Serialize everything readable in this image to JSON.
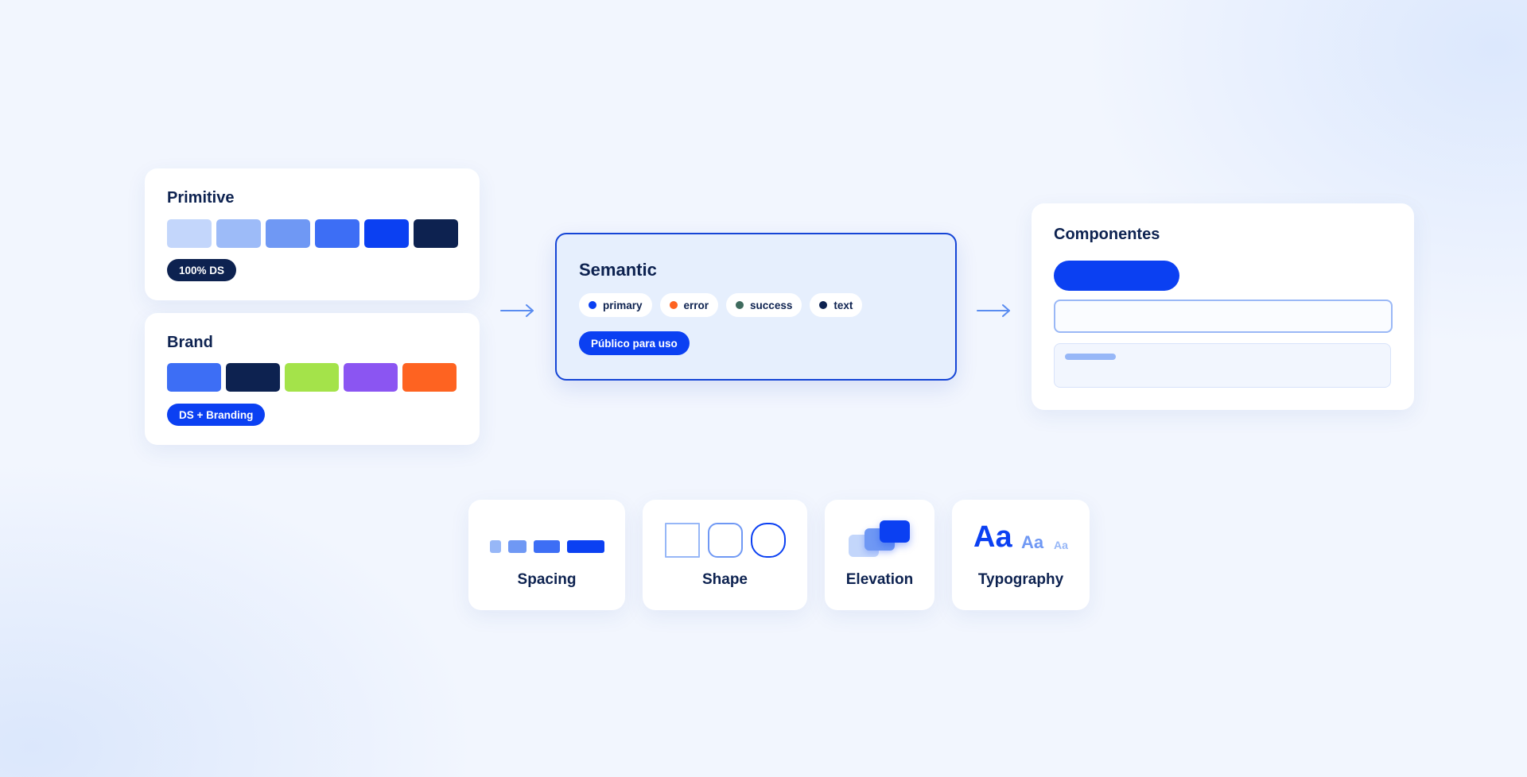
{
  "primitive": {
    "title": "Primitive",
    "swatches": [
      "#c3d6fb",
      "#9dbbf8",
      "#6f98f4",
      "#3d6ef5",
      "#0b40f2",
      "#0d2250"
    ],
    "badge": "100% DS",
    "badge_color": "#0d2250"
  },
  "brand": {
    "title": "Brand",
    "swatches": [
      "#3d6ef5",
      "#0d2250",
      "#a4e34a",
      "#8b55f2",
      "#fe6321"
    ],
    "badge": "DS + Branding",
    "badge_color": "#0b40f2"
  },
  "semantic": {
    "title": "Semantic",
    "tokens": [
      {
        "label": "primary",
        "color": "#0b40f2"
      },
      {
        "label": "error",
        "color": "#fe6321"
      },
      {
        "label": "success",
        "color": "#3f6b5e"
      },
      {
        "label": "text",
        "color": "#0d2250"
      }
    ],
    "badge": "Público para uso",
    "badge_color": "#0b40f2"
  },
  "componentes": {
    "title": "Componentes"
  },
  "foundations": [
    {
      "label": "Spacing",
      "icon": "spacing-icon"
    },
    {
      "label": "Shape",
      "icon": "shape-icon"
    },
    {
      "label": "Elevation",
      "icon": "elevation-icon"
    },
    {
      "label": "Typography",
      "icon": "typography-icon"
    }
  ],
  "typography_sample": {
    "large": "Aa",
    "medium": "Aa",
    "small": "Aa"
  },
  "colors": {
    "accent": "#0b40f2",
    "text": "#0d2250",
    "arrow": "#5a8cf0"
  }
}
